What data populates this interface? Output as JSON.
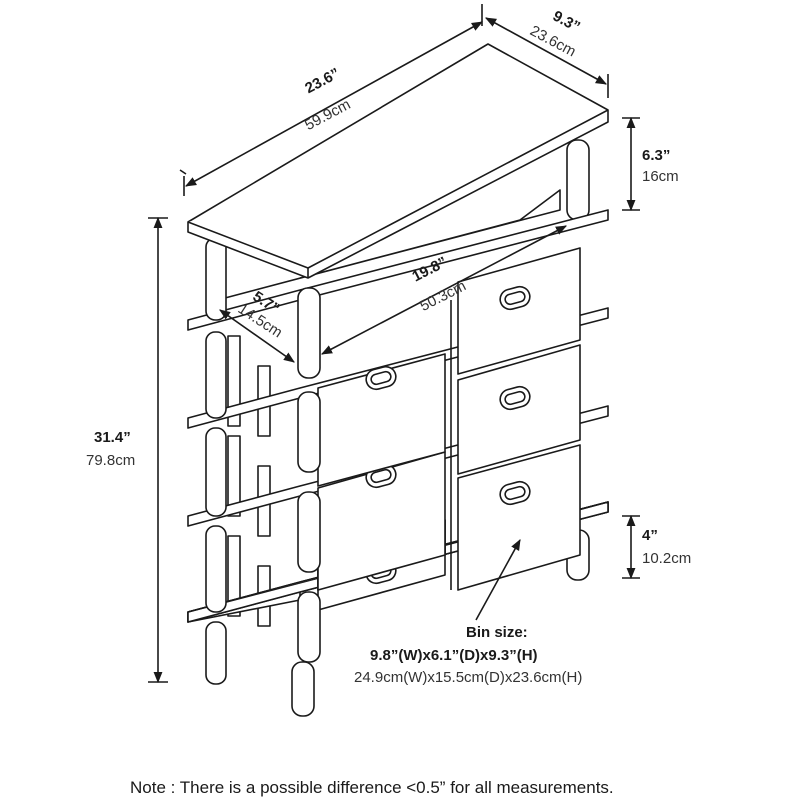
{
  "dimensions": {
    "top_width": {
      "imperial": "23.6”",
      "metric": "59.9cm"
    },
    "top_depth": {
      "imperial": "9.3”",
      "metric": "23.6cm"
    },
    "top_clearance": {
      "imperial": "6.3”",
      "metric": "16cm"
    },
    "total_height": {
      "imperial": "31.4”",
      "metric": "79.8cm"
    },
    "inner_width": {
      "imperial": "19.8”",
      "metric": "50.3cm"
    },
    "inner_depth": {
      "imperial": "5.7”",
      "metric": "14.5cm"
    },
    "leg_height": {
      "imperial": "4”",
      "metric": "10.2cm"
    }
  },
  "bin": {
    "title": "Bin size:",
    "imperial": "9.8”(W)x6.1”(D)x9.3”(H)",
    "metric": "24.9cm(W)x15.5cm(D)x23.6cm(H)"
  },
  "note": "Note : There is a possible difference <0.5” for all measurements.",
  "colors": {
    "line": "#1a1a1a",
    "text": "#333333",
    "background": "#ffffff"
  }
}
